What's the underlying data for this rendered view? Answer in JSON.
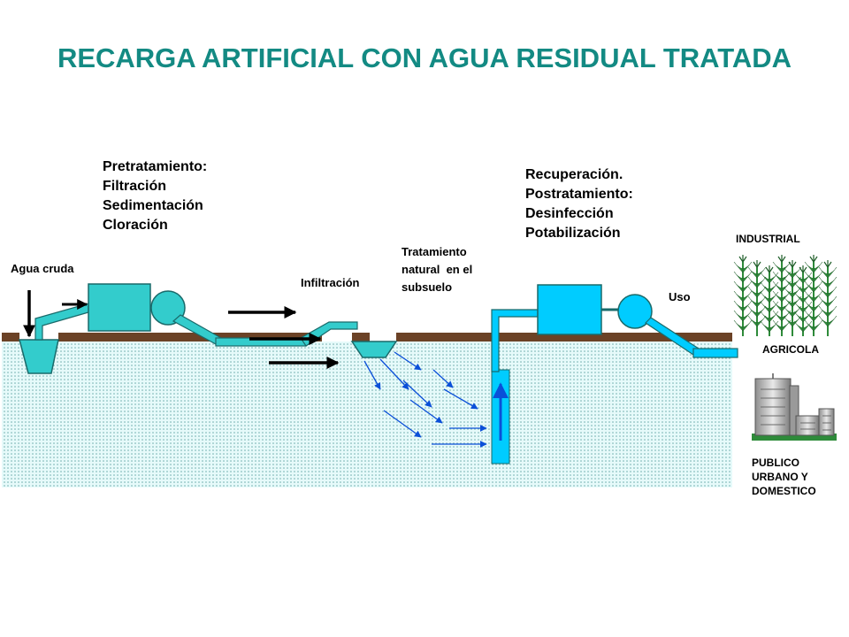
{
  "title": "RECARGA ARTIFICIAL CON AGUA RESIDUAL TRATADA",
  "labels": {
    "agua_cruda": "Agua  cruda",
    "pretratamiento": [
      "Pretratamiento:",
      "Filtración",
      "Sedimentación",
      "Cloración"
    ],
    "infiltracion": "Infiltración",
    "tratamiento_natural": [
      "Tratamiento",
      "natural  en el",
      "subsuelo"
    ],
    "recuperacion": [
      "Recuperación.",
      "Postratamiento:",
      "Desinfección",
      "Potabilización"
    ],
    "uso": "Uso",
    "industrial": "INDUSTRIAL",
    "agricola": "AGRICOLA",
    "publico": [
      "PUBLICO",
      "URBANO Y",
      "DOMESTICO"
    ]
  },
  "icons": {
    "tank_1": "treatment-tank",
    "pump_1": "pump",
    "basin": "infiltration-basin",
    "tank_2": "recovery-tank",
    "pump_2": "pump",
    "well": "extraction-well",
    "crops": "corn-crop",
    "building": "building"
  },
  "colors": {
    "title": "#138a83",
    "water": "#33cccc",
    "water_outline": "#1a6a6a",
    "recovery_water": "#00ccff",
    "ground_fill": "#e6fafa",
    "ground_dots": "#66a7a7",
    "surface": "#6b4226",
    "arrow_blue": "#0a4fd8",
    "crop_green": "#2e8b3a"
  }
}
